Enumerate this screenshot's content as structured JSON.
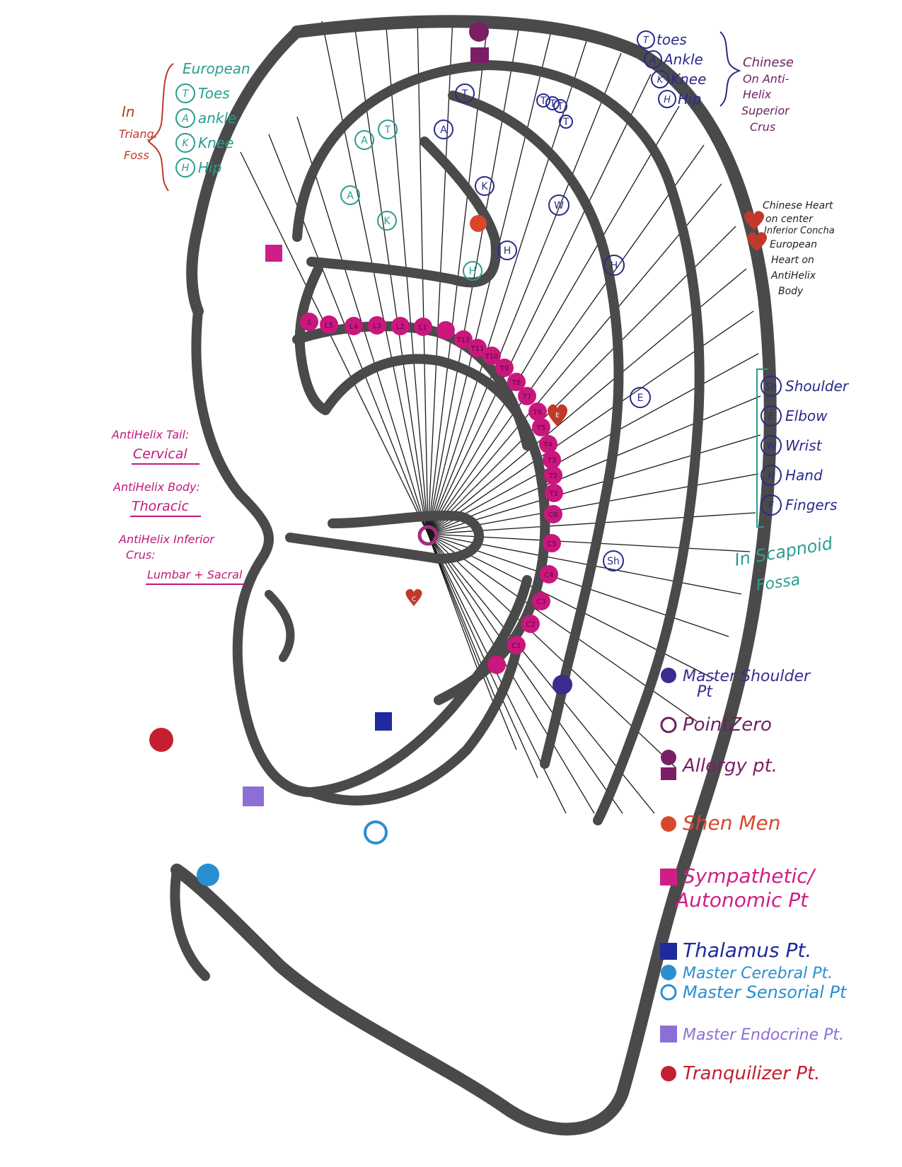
{
  "european_group": {
    "side_label_line1": "In",
    "side_label_line2": "Triang.",
    "side_label_line3": "Foss",
    "heading": "European",
    "items": [
      {
        "letter": "T",
        "label": "Toes"
      },
      {
        "letter": "A",
        "label": "ankle"
      },
      {
        "letter": "K",
        "label": "Knee"
      },
      {
        "letter": "H",
        "label": "Hip"
      }
    ]
  },
  "chinese_group": {
    "items": [
      {
        "letter": "T",
        "label": "toes"
      },
      {
        "letter": "A",
        "label": "Ankle"
      },
      {
        "letter": "K",
        "label": "Knee"
      },
      {
        "letter": "H",
        "label": "Hip"
      }
    ],
    "note_line1": "Chinese",
    "note_line2": "On Anti-",
    "note_line3": "Helix",
    "note_line4": "Superior",
    "note_line5": "Crus"
  },
  "heart_notes": {
    "chinese_line1": "Chinese Heart",
    "chinese_line2": "on center",
    "chinese_line3": "Inferior Concha",
    "european_line1": "European",
    "european_line2": "Heart on",
    "european_line3": "AntiHelix",
    "european_line4": "Body"
  },
  "scapha_group": {
    "items": [
      {
        "letter": "Sh",
        "label": "Shoulder"
      },
      {
        "letter": "E",
        "label": "Elbow"
      },
      {
        "letter": "W",
        "label": "Wrist"
      },
      {
        "letter": "H",
        "label": "Hand"
      },
      {
        "letter": "F",
        "label": "Fingers"
      }
    ],
    "note_line1": "In Scapnoid",
    "note_line2": "Fossa"
  },
  "spine_notes": {
    "tail_label": "AntiHelix Tail:",
    "tail_value": "Cervical",
    "body_label": "AntiHelix Body:",
    "body_value": "Thoracic",
    "crus_label_line1": "AntiHelix Inferior",
    "crus_label_line2": "Crus:",
    "crus_value": "Lumbar + Sacral"
  },
  "ear_marks": {
    "cervical": [
      "C6",
      "C5",
      "C4",
      "C3",
      "C2",
      "C1"
    ],
    "thoracic": [
      "T12",
      "T11",
      "T10",
      "T9",
      "T8",
      "T7",
      "T6",
      "T5",
      "T4",
      "T3",
      "T2",
      "T1"
    ],
    "lumbar": [
      "S",
      "L5",
      "L4",
      "L3",
      "L2",
      "L1"
    ],
    "antihelix_letters": [
      "T",
      "A",
      "K",
      "H"
    ],
    "scapha_letters": [
      "W",
      "H",
      "E",
      "Sh"
    ],
    "triangular_letters": [
      "T",
      "A",
      "K",
      "H"
    ],
    "heart_letter": "C",
    "european_heart_letter": "E",
    "crus_letters": [
      "T",
      "A",
      "K"
    ]
  },
  "legend": [
    {
      "shape": "dot",
      "color": "#3b2c8f",
      "label_line1": "Master Shoulder",
      "label_line2": "Pt"
    },
    {
      "shape": "ring",
      "color": "#6d1f5e",
      "label_line1": "PointZero",
      "label_line2": ""
    },
    {
      "shape": "dotsq",
      "color": "#7a1f66",
      "label_line1": "Allergy pt.",
      "label_line2": ""
    },
    {
      "shape": "dot",
      "color": "#d9472b",
      "label_line1": "Shen Men",
      "label_line2": ""
    },
    {
      "shape": "square",
      "color": "#cf1f86",
      "label_line1": "Sympathetic/",
      "label_line2": "Autonomic Pt"
    },
    {
      "shape": "square",
      "color": "#1f2a9c",
      "label_line1": "Thalamus Pt.",
      "label_line2": ""
    },
    {
      "shape": "dot",
      "color": "#2a8fd0",
      "label_line1": "Master Cerebral Pt.",
      "label_line2": ""
    },
    {
      "shape": "ring",
      "color": "#2a8fd0",
      "label_line1": "Master Sensorial Pt",
      "label_line2": ""
    },
    {
      "shape": "square",
      "color": "#8c6fd6",
      "label_line1": "Master Endocrine Pt.",
      "label_line2": ""
    },
    {
      "shape": "dot",
      "color": "#c41f30",
      "label_line1": "Tranquilizer Pt.",
      "label_line2": ""
    }
  ]
}
